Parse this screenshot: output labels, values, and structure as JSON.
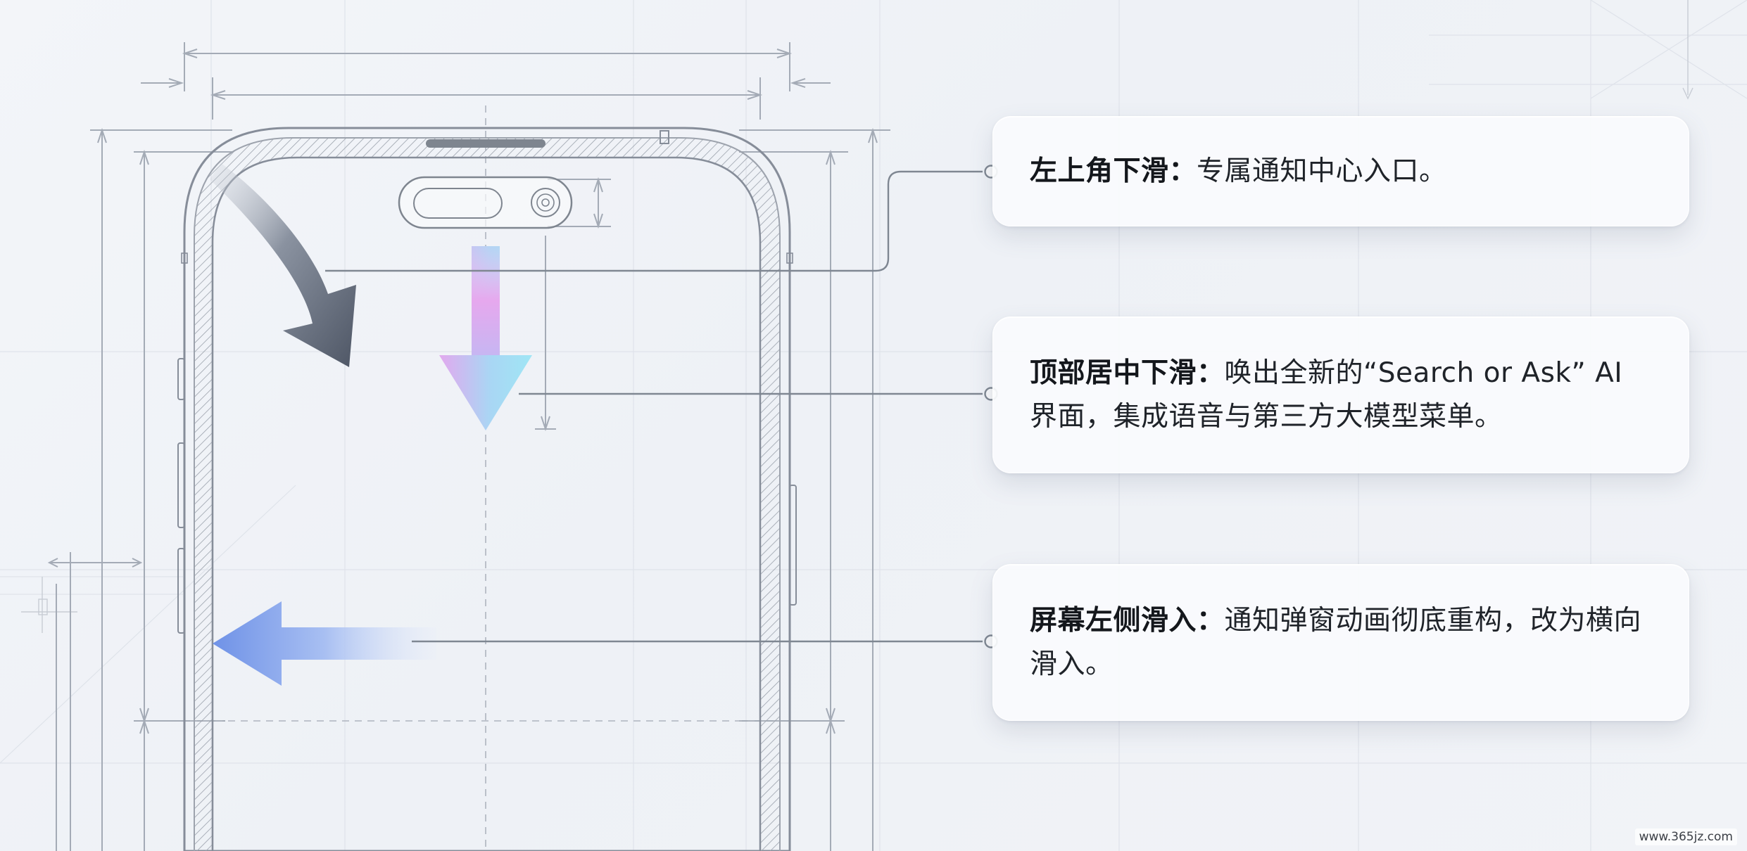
{
  "cards": [
    {
      "title": "左上角下滑：",
      "body": "专属通知中心入口。"
    },
    {
      "title": "顶部居中下滑：",
      "body": "唤出全新的“Search or Ask” AI 界面，集成语音与第三方大模型菜单。"
    },
    {
      "title": "屏幕左侧滑入：",
      "body": "通知弹窗动画彻底重构，改为横向滑入。"
    }
  ],
  "watermark": "www.365jz.com",
  "colors": {
    "line": "#8a919c",
    "arrow_dark": "#5b6372",
    "arrow_pink": "#e9a6ec",
    "arrow_cyan": "#9edff3",
    "arrow_blue": "#7d9de9"
  }
}
